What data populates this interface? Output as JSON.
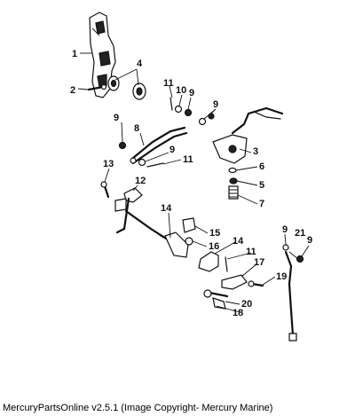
{
  "callouts": {
    "c1": "1",
    "c2": "2",
    "c3": "3",
    "c4": "4",
    "c5": "5",
    "c6": "6",
    "c7": "7",
    "c8": "8",
    "c9a": "9",
    "c9b": "9",
    "c9c": "9",
    "c9d": "9",
    "c9e": "9",
    "c9f": "9",
    "c10": "10",
    "c11a": "11",
    "c11b": "11",
    "c11c": "11",
    "c12": "12",
    "c13": "13",
    "c14a": "14",
    "c14b": "14",
    "c15": "15",
    "c16": "16",
    "c17": "17",
    "c18": "18",
    "c19": "19",
    "c20": "20",
    "c21": "21"
  },
  "caption": "MercuryPartsOnline v2.5.1 (Image Copyright- Mercury Marine)"
}
